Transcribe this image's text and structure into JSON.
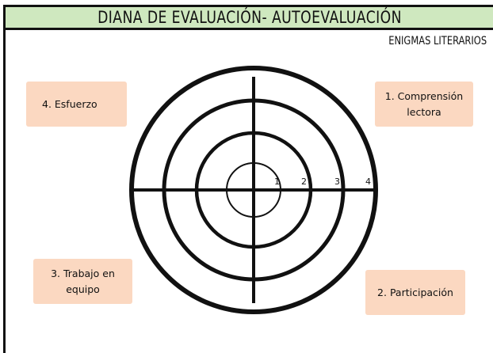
{
  "header": {
    "title": "DIANA DE EVALUACIÓN- AUTOEVALUACIÓN",
    "subtitle": "ENIGMAS LITERARIOS"
  },
  "criteria": {
    "c4": "4.  Esfuerzo",
    "c1_line1": "1. Comprensión",
    "c1_line2": "lectora",
    "c3_line1": "3. Trabajo en",
    "c3_line2": "equipo",
    "c2": "2. Participación"
  },
  "scale": {
    "n1": "1",
    "n2": "2",
    "n3": "3",
    "n4": "4"
  },
  "colors": {
    "title_bg": "#cfe8bf",
    "label_bg": "#fbd8c1",
    "ink": "#111111"
  }
}
